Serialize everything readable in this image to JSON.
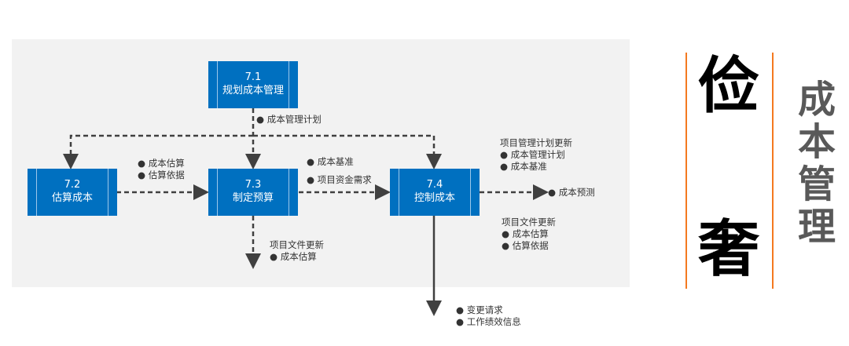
{
  "processes": [
    {
      "num": "7.1",
      "name": "规划成本管理"
    },
    {
      "num": "7.2",
      "name": "估算成本"
    },
    {
      "num": "7.3",
      "name": "制定预算"
    },
    {
      "num": "7.4",
      "name": "控制成本"
    }
  ],
  "labels": {
    "plan_out": "● 成本管理计划",
    "est_out": [
      "● 成本估算",
      "● 估算依据"
    ],
    "budget_out": [
      "● 成本基准",
      "● 项目资金需求"
    ],
    "control_plan_update": [
      "项目管理计划更新",
      "● 成本管理计划",
      "● 成本基准"
    ],
    "forecast": "● 成本预测",
    "control_doc_update": [
      "项目文件更新",
      "● 成本估算",
      "● 估算依据"
    ],
    "budget_doc_update": [
      "项目文件更新",
      "● 成本估算"
    ],
    "control_bottom": [
      "● 变更请求",
      "● 工作绩效信息"
    ]
  },
  "side": {
    "big_top": "俭",
    "big_bottom": "奢",
    "title": "成本管理",
    "accent": "#f47920",
    "box_color": "#0070c0"
  }
}
